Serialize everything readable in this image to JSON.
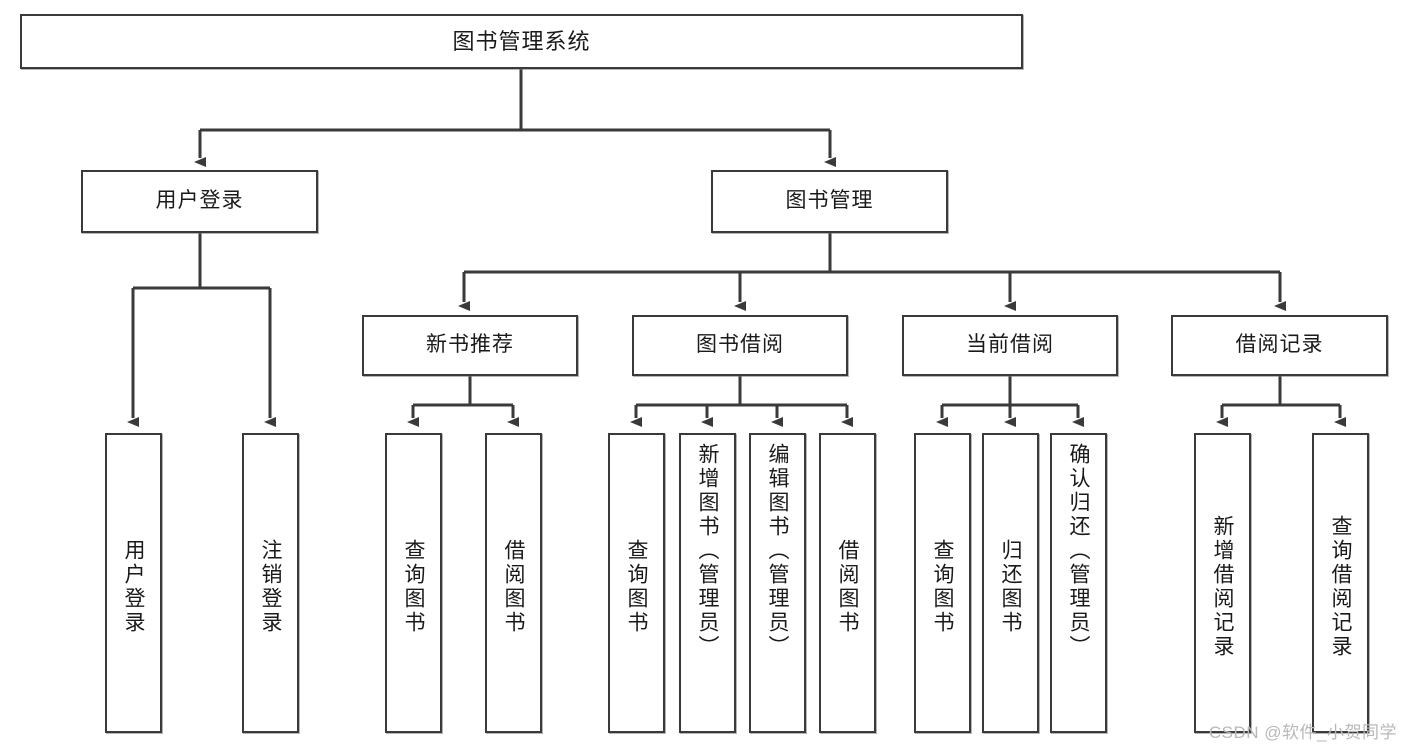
{
  "diagram": {
    "title": "图书管理系统",
    "type": "tree-hierarchy-diagram",
    "root": {
      "label": "图书管理系统"
    },
    "level1": [
      {
        "label": "用户登录"
      },
      {
        "label": "图书管理"
      }
    ],
    "level2": [
      {
        "label": "新书推荐"
      },
      {
        "label": "图书借阅"
      },
      {
        "label": "当前借阅"
      },
      {
        "label": "借阅记录"
      }
    ],
    "leaves": {
      "user_login": [
        {
          "label": "用户登录"
        },
        {
          "label": "注销登录"
        }
      ],
      "new_book_recommend": [
        {
          "label": "查询图书"
        },
        {
          "label": "借阅图书"
        }
      ],
      "book_borrow": [
        {
          "label": "查询图书"
        },
        {
          "label": "新增图书（管理员）"
        },
        {
          "label": "编辑图书（管理员）"
        },
        {
          "label": "借阅图书"
        }
      ],
      "current_borrow": [
        {
          "label": "查询图书"
        },
        {
          "label": "归还图书"
        },
        {
          "label": "确认归还（管理员）"
        }
      ],
      "borrow_record": [
        {
          "label": "新增借阅记录"
        },
        {
          "label": "查询借阅记录"
        }
      ]
    }
  },
  "watermark": {
    "text": "CSDN @软件_小贺同学"
  },
  "colors": {
    "border": "#3a3a3a",
    "background": "#ffffff",
    "text": "#1a1a1a",
    "watermark": "#b8b8b8"
  }
}
